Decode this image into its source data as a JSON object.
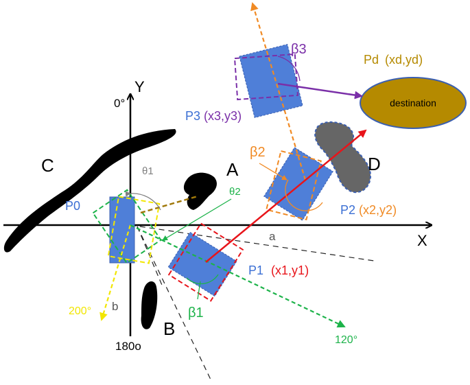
{
  "axes": {
    "x_label": "X",
    "y_label": "Y",
    "zero_deg": "0°",
    "deg_180": "180o"
  },
  "obstacles": {
    "A": "A",
    "B": "B",
    "C": "C",
    "D": "D"
  },
  "poses": {
    "p0": "P0",
    "p1_name": "P1",
    "p1_coords": "(x1,y1)",
    "p2_name": "P2",
    "p2_coords": "(x2,y2)",
    "p3_name": "P3",
    "p3_coords": "(x3,y3)",
    "pd_name": "Pd",
    "pd_coords": "(xd,yd)"
  },
  "destination_label": "destination",
  "angles": {
    "theta1": "θ1",
    "theta2": "θ2",
    "beta1": "β1",
    "beta2": "β2",
    "beta3": "β3",
    "deg_200": "200°",
    "deg_120": "120°"
  },
  "lines": {
    "a": "a",
    "b": "b"
  },
  "colors": {
    "robot_fill": "#4f7fd8",
    "obstacle": "#000000",
    "obstacle_d": "#666666",
    "destination_fill": "#b58a00",
    "red": "#e8141a",
    "green": "#1db34a",
    "orange": "#f08a24",
    "purple": "#7a2fa8",
    "yellow": "#f2e600",
    "gray": "#808080",
    "olive": "#a0780a"
  }
}
